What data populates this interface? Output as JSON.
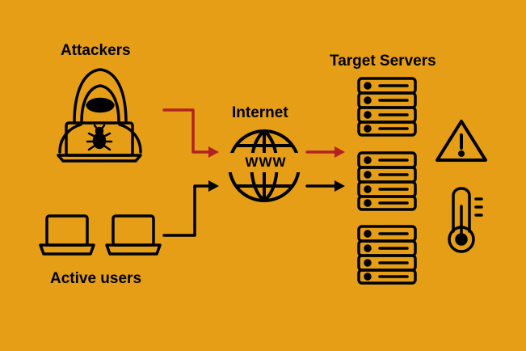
{
  "labels": {
    "attackers": "Attackers",
    "internet": "Internet",
    "target_servers": "Target Servers",
    "active_users": "Active users",
    "globe_text": "WWW"
  },
  "colors": {
    "background": "#E59E16",
    "ink": "#000000",
    "attack_arrow": "#B22222",
    "normal_arrow": "#000000"
  },
  "icons": [
    "hacker-icon",
    "laptop-icon",
    "bug-icon",
    "globe-icon",
    "server-icon",
    "warning-icon",
    "thermometer-icon"
  ]
}
